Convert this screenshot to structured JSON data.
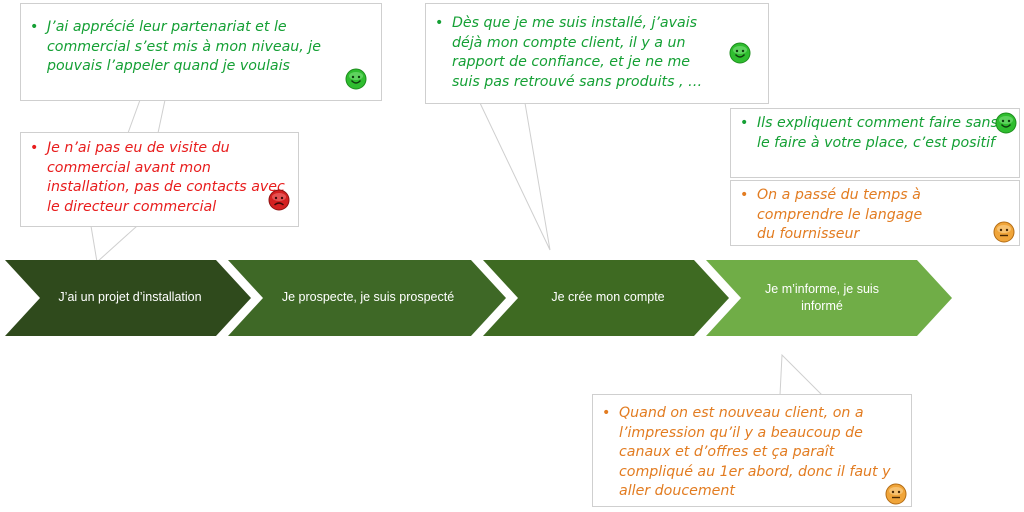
{
  "colors": {
    "stage1": "#2f4a1c",
    "stage2": "#3e6826",
    "stage3": "#3e6a22",
    "stage4": "#70ad47",
    "positive": "#15a035",
    "negative": "#e81d1d",
    "neutral": "#e27c21"
  },
  "stages": [
    {
      "label": "J’ai un projet d’installation"
    },
    {
      "label": "Je prospecte, je suis prospecté"
    },
    {
      "label": "Je crée mon compte"
    },
    {
      "label": "Je m’informe, je suis informé"
    }
  ],
  "callouts": {
    "partnership": {
      "text": "J’ai apprécié leur partenariat et le commercial s’est mis à mon niveau, je pouvais l’appeler quand je voulais",
      "sentiment": "positive",
      "icon": "smiley-happy-icon"
    },
    "no_visit": {
      "text": "Je n’ai pas eu de visite du commercial avant mon installation, pas de contacts avec le directeur commercial",
      "sentiment": "negative",
      "icon": "smiley-sad-icon"
    },
    "account": {
      "text": "Dès que je me suis installé, j’avais déjà mon  compte client, il y a un rapport de confiance, et je ne me suis pas retrouvé sans produits , …",
      "sentiment": "positive",
      "icon": "smiley-happy-icon"
    },
    "explain": {
      "text": "Ils expliquent comment faire sans le faire à votre place, c’est positif",
      "sentiment": "positive",
      "icon": "smiley-happy-icon"
    },
    "language": {
      "text": "On a passé du temps à comprendre le langage du fournisseur",
      "sentiment": "neutral",
      "icon": "smiley-neutral-icon"
    },
    "new_client": {
      "text": "Quand on est nouveau client, on a l’impression qu’il y a beaucoup de canaux et d’offres et ça paraît compliqué au 1er abord, donc il faut y aller doucement",
      "sentiment": "neutral",
      "icon": "smiley-neutral-icon"
    }
  }
}
